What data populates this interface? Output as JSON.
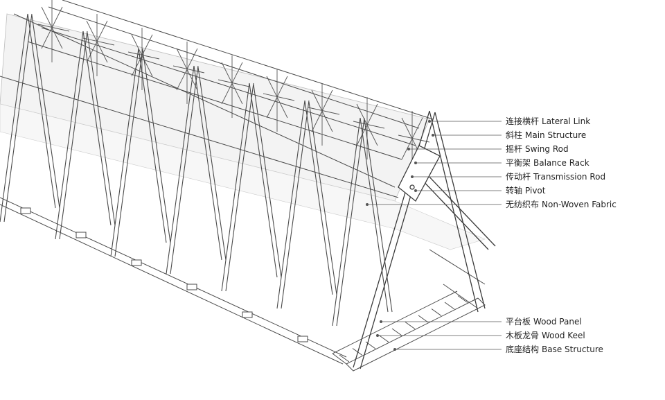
{
  "labels": [
    {
      "key": "lateral_link",
      "cn": "连接横杆",
      "en": "Lateral Link"
    },
    {
      "key": "main_structure",
      "cn": "斜柱",
      "en": "Main Structure"
    },
    {
      "key": "swing_rod",
      "cn": "摇杆",
      "en": "Swing Rod"
    },
    {
      "key": "balance_rack",
      "cn": "平衡架",
      "en": "Balance Rack"
    },
    {
      "key": "transmission_rod",
      "cn": "传动杆",
      "en": "Transmission Rod"
    },
    {
      "key": "pivot",
      "cn": "转轴",
      "en": "Pivot"
    },
    {
      "key": "fabric",
      "cn": "无纺织布",
      "en": "Non-Woven Fabric"
    },
    {
      "key": "wood_panel",
      "cn": "平台板",
      "en": "Wood Panel"
    },
    {
      "key": "wood_keel",
      "cn": "木板龙骨",
      "en": "Wood Keel"
    },
    {
      "key": "base_structure",
      "cn": "底座结构",
      "en": "Base Structure"
    }
  ],
  "colors": {
    "line": "#4a4a4a",
    "light": "#9a9a9a",
    "fabric": "#f2f2f2",
    "leader": "#555555"
  }
}
